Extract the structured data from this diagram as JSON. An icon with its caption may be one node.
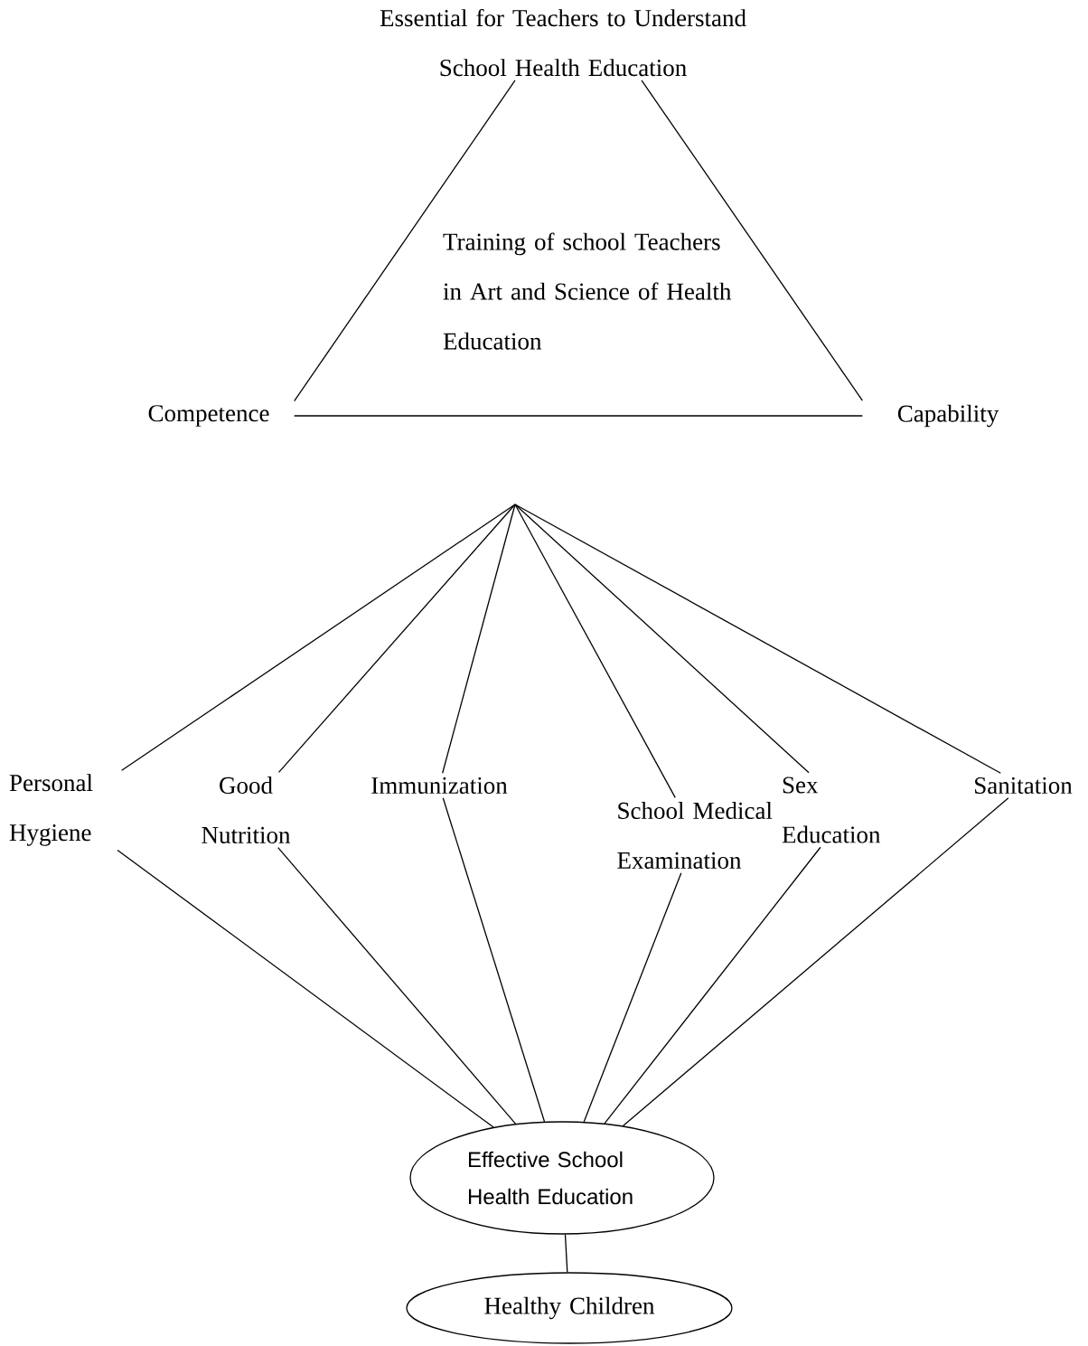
{
  "diagram": {
    "nodes": [
      {
        "text": [
          "Essential for Teachers to Understand School Health Education"
        ]
      },
      {
        "text": [
          "Training of school Teachers in Art and Science of Health Education"
        ]
      },
      {
        "text": [
          "Competence"
        ]
      },
      {
        "text": [
          "Capability"
        ]
      },
      {
        "text": [
          "Personal Hygiene"
        ]
      },
      {
        "text": [
          "Good Nutrition"
        ]
      },
      {
        "text": [
          "Immunization"
        ]
      },
      {
        "text": [
          "School Medical Examination"
        ]
      },
      {
        "text": [
          "Sex Education"
        ]
      },
      {
        "text": [
          "Sanitation"
        ]
      },
      {
        "text": [
          "Effective School Health Education"
        ]
      },
      {
        "text": [
          "Healthy Children"
        ]
      }
    ],
    "edges": [
      {
        "from": 0,
        "to": 2,
        "arrow": "none"
      },
      {
        "from": 0,
        "to": 3,
        "arrow": "none"
      },
      {
        "from": 2,
        "to": 3,
        "arrow": "none"
      },
      {
        "from": null,
        "to": 4,
        "arrow": "none"
      },
      {
        "from": null,
        "to": 5,
        "arrow": "none"
      },
      {
        "from": null,
        "to": 6,
        "arrow": "none"
      },
      {
        "from": null,
        "to": 7,
        "arrow": "none"
      },
      {
        "from": null,
        "to": 8,
        "arrow": "none"
      },
      {
        "from": null,
        "to": 9,
        "arrow": "none"
      },
      {
        "from": 4,
        "to": 10,
        "arrow": "none"
      },
      {
        "from": 5,
        "to": 10,
        "arrow": "none"
      },
      {
        "from": 6,
        "to": 10,
        "arrow": "none"
      },
      {
        "from": 7,
        "to": 10,
        "arrow": "none"
      },
      {
        "from": 8,
        "to": 10,
        "arrow": "none"
      },
      {
        "from": 9,
        "to": 10,
        "arrow": "none"
      },
      {
        "from": 10,
        "to": 11,
        "arrow": "none"
      }
    ]
  }
}
